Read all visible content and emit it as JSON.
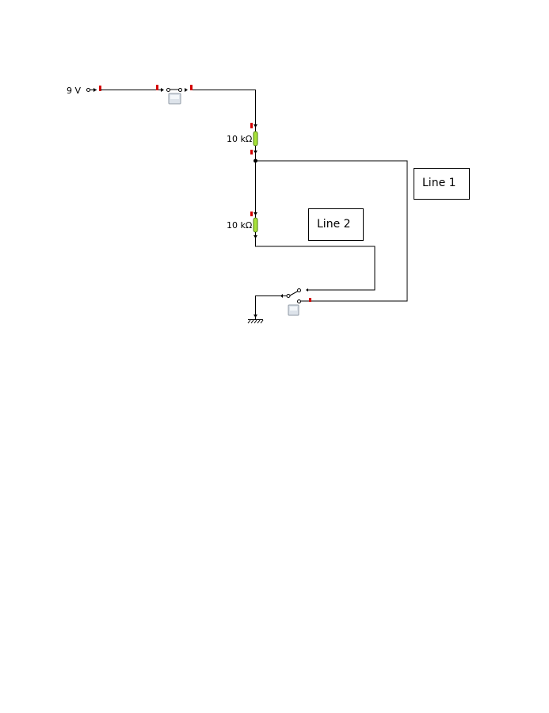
{
  "source": {
    "label": "9 V"
  },
  "resistors": [
    {
      "id": "R1",
      "label": "10 kΩ"
    },
    {
      "id": "R2",
      "label": "10 kΩ"
    }
  ],
  "boxes": [
    {
      "id": "line1",
      "label": "Line 1"
    },
    {
      "id": "line2",
      "label": "Line 2"
    }
  ],
  "colors": {
    "wire": "#000000",
    "pin": "#d40000",
    "resistor_fill": "#a8e23a",
    "button": "#dde3ea"
  }
}
